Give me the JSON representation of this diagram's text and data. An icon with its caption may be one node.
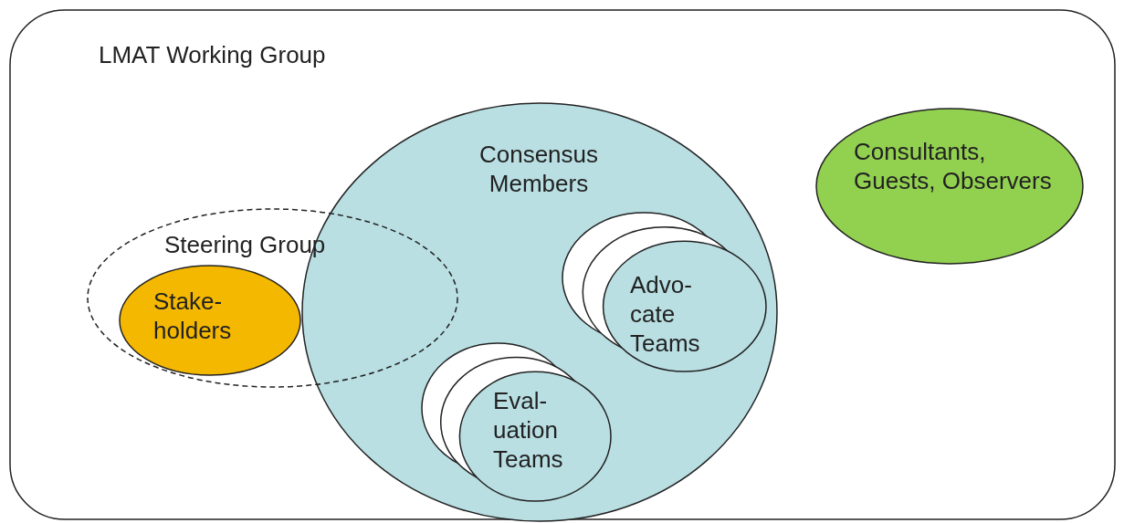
{
  "diagram": {
    "nodes": [
      {
        "text": [
          "LMAT Working Group"
        ]
      },
      {
        "text": [
          "Consensus Members"
        ],
        "in": 0
      },
      {
        "text": [
          "Steering Group"
        ],
        "in": 0
      },
      {
        "text": [
          "Stake- holders"
        ],
        "in": 2
      },
      {
        "text": [
          "Consultants, Guests, Observers"
        ],
        "in": 0
      },
      {
        "text": [
          "Advo- cate Teams"
        ],
        "in": 1
      },
      {
        "text": [
          "Eval- uation Teams"
        ],
        "in": 1
      }
    ]
  }
}
